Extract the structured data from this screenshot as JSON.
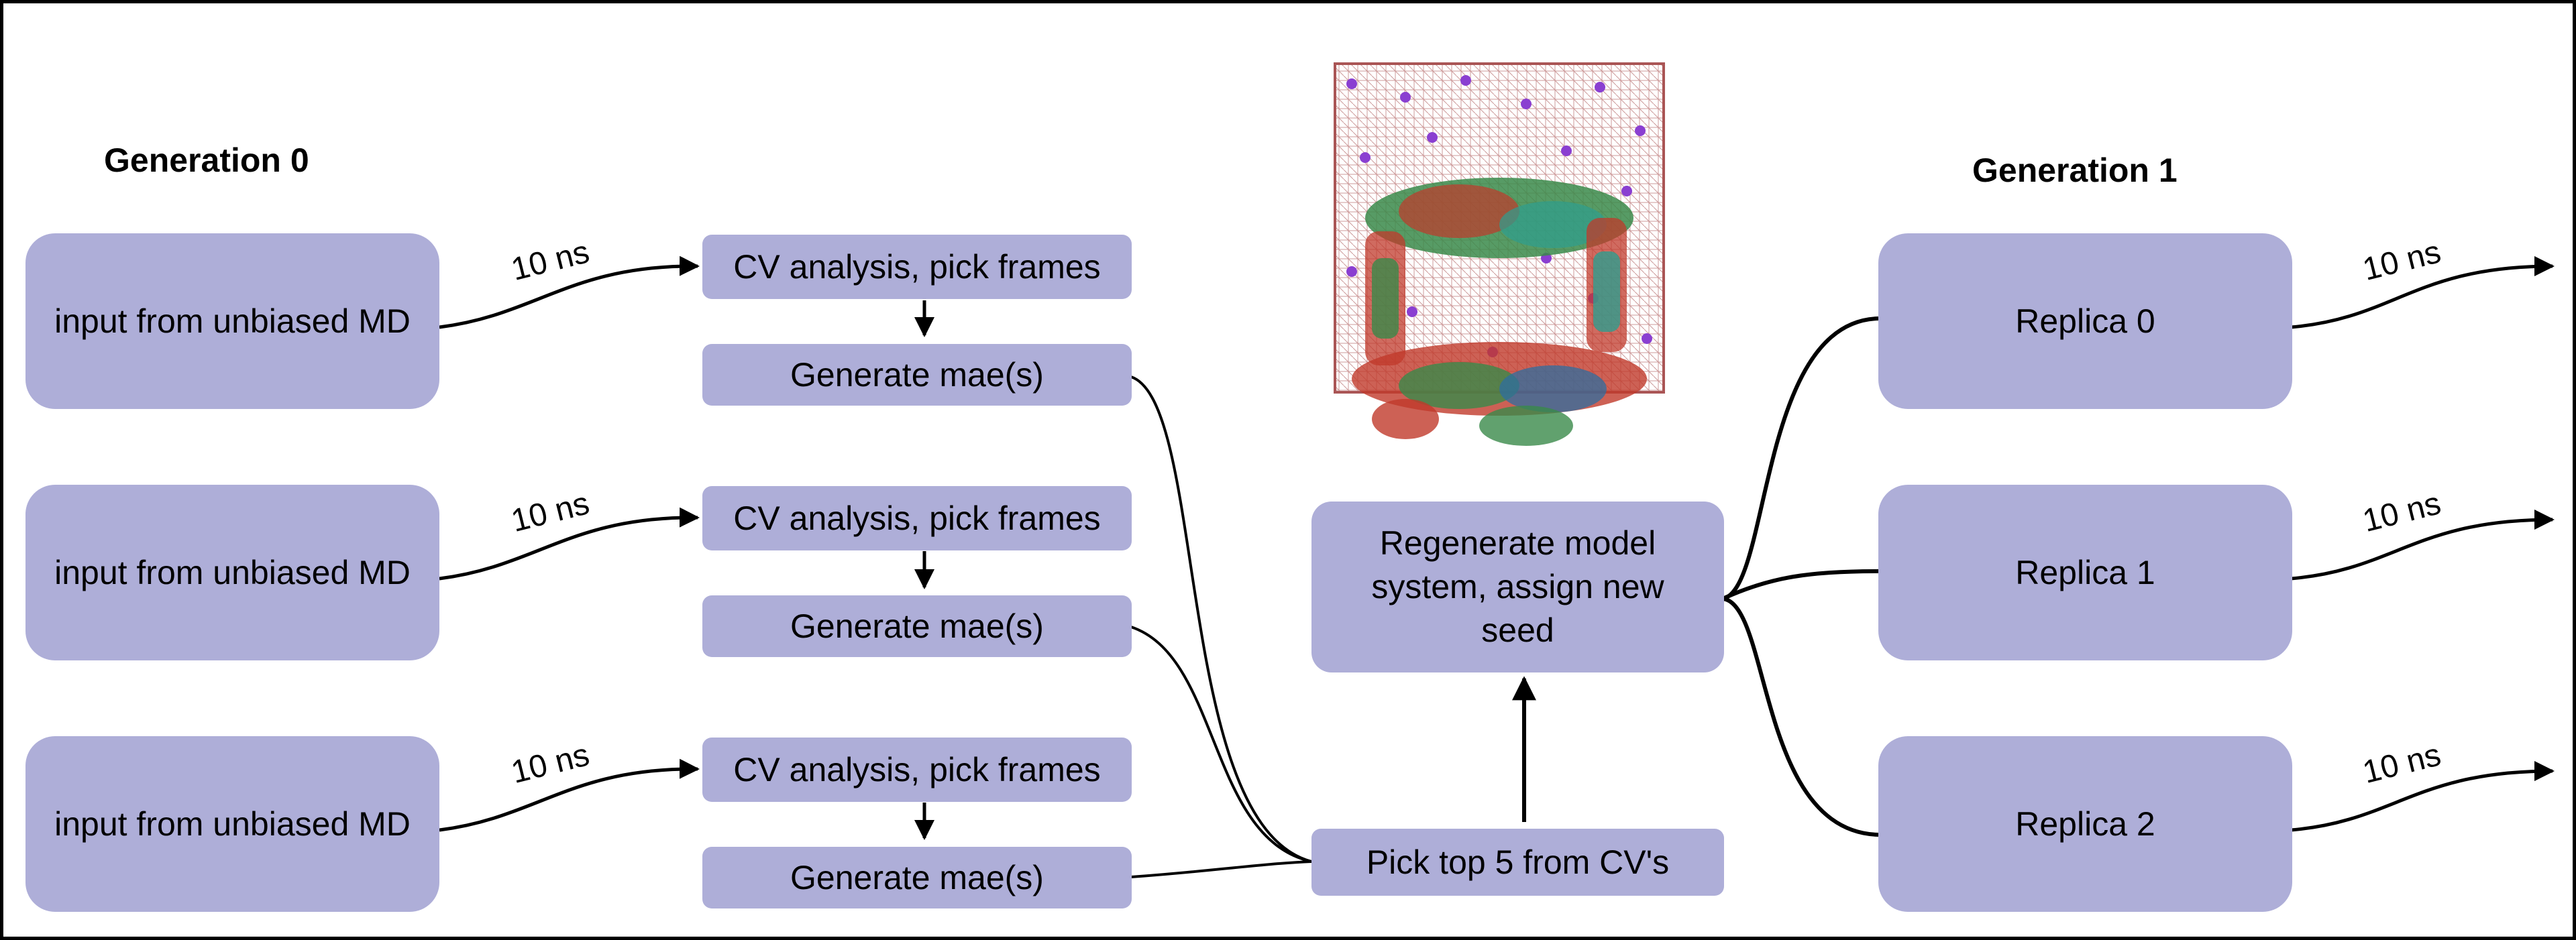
{
  "headings": {
    "gen0": "Generation 0",
    "gen1": "Generation 1"
  },
  "gen0": {
    "inputs": [
      "input from unbiased MD",
      "input from unbiased MD",
      "input from unbiased MD"
    ],
    "cv_steps": [
      "CV analysis, pick frames",
      "CV analysis, pick frames",
      "CV analysis, pick frames"
    ],
    "mae_steps": [
      "Generate mae(s)",
      "Generate mae(s)",
      "Generate mae(s)"
    ],
    "durations": [
      "10 ns",
      "10 ns",
      "10 ns"
    ]
  },
  "merge": {
    "pick_label": "Pick top 5 from CV's",
    "regenerate_label": "Regenerate model system, assign new seed"
  },
  "gen1": {
    "replicas": [
      "Replica 0",
      "Replica 1",
      "Replica 2"
    ],
    "durations": [
      "10 ns",
      "10 ns",
      "10 ns"
    ]
  },
  "colors": {
    "box_fill": "#aeaed8",
    "line": "#000000"
  },
  "illustration": "molecular-system-render"
}
